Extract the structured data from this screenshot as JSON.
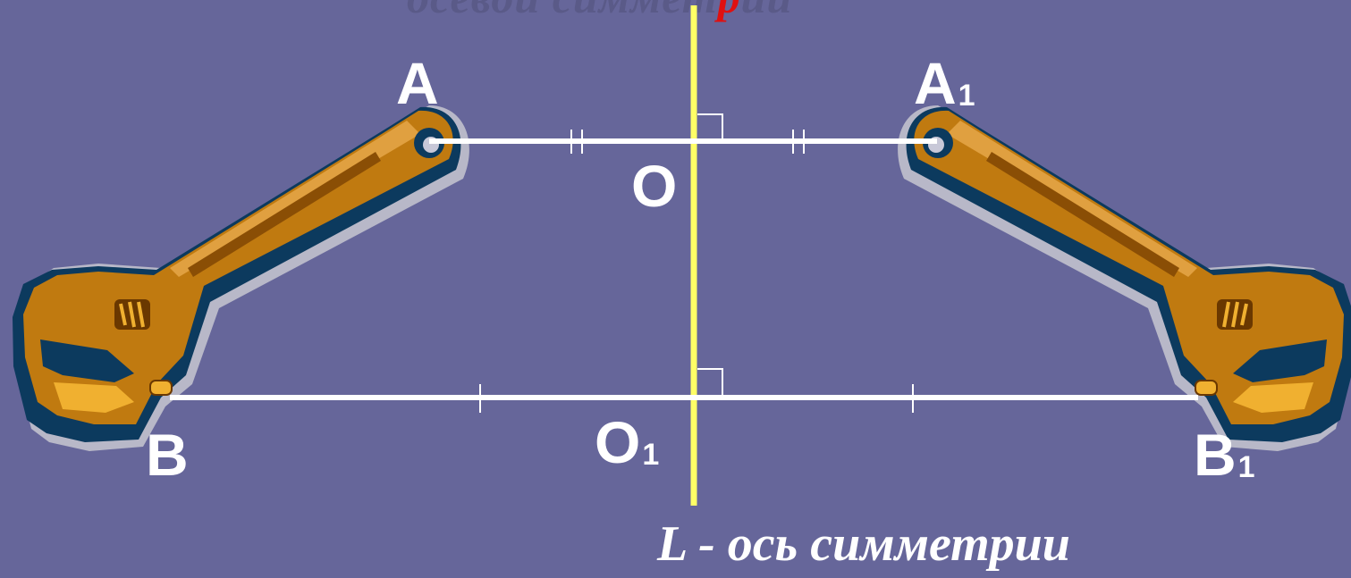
{
  "title_partial": {
    "before": "осевой симмет",
    "accent": "р",
    "after": "ии"
  },
  "points": {
    "A": {
      "letter": "A",
      "sub": ""
    },
    "A1": {
      "letter": "A",
      "sub": "1"
    },
    "O": {
      "letter": "O",
      "sub": ""
    },
    "B": {
      "letter": "B",
      "sub": ""
    },
    "O1": {
      "letter": "O",
      "sub": "1"
    },
    "B1": {
      "letter": "B",
      "sub": "1"
    }
  },
  "caption": "L  - ось симметрии",
  "colors": {
    "background": "#66669a",
    "axis": "#ffff66",
    "segment": "#ffffff",
    "wrench_body": "#c07a10",
    "wrench_shadow": "#0c3a5e",
    "wrench_halo": "#b8b8c8",
    "title_accent": "#e01010"
  },
  "icons": {
    "left_tool": "adjustable-wrench-icon",
    "right_tool": "adjustable-wrench-mirrored-icon"
  }
}
